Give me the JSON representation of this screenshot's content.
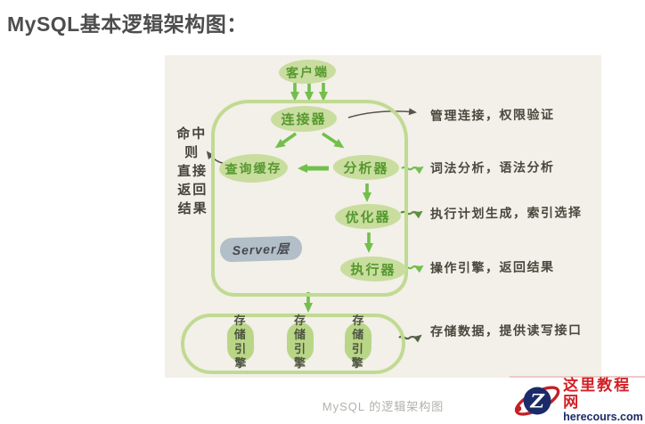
{
  "page": {
    "title": "MySQL基本逻辑架构图："
  },
  "diagram": {
    "caption": "MySQL 的逻辑架构图",
    "nodes": {
      "client": "客户端",
      "connector": "连接器",
      "query_cache": "查询缓存",
      "analyzer": "分析器",
      "optimizer": "优化器",
      "executor": "执行器",
      "server_layer_label": "Server层"
    },
    "storage_engines": [
      "存储引擎",
      "存储引擎",
      "存储引擎"
    ],
    "left_note_lines": [
      "命中",
      "则",
      "直接",
      "返回",
      "结果"
    ],
    "annotations": [
      "管理连接，权限验证",
      "词法分析，语法分析",
      "执行计划生成，索引选择",
      "操作引擎，返回结果",
      "存储数据，提供读写接口"
    ],
    "colors": {
      "canvas_bg": "#f2f0e8",
      "node_fill": "#c9dd9f",
      "node_text": "#56982e",
      "arrow_green": "#72bf4c",
      "outline_green": "#c1da92",
      "server_chip_bg": "#b2bfc9",
      "handwriting_ink": "#4b493e",
      "caption_gray": "#b3b1ac"
    }
  },
  "logo": {
    "monogram": "Z",
    "site_name": "这里教程网",
    "site_domain": "herecours.com"
  }
}
